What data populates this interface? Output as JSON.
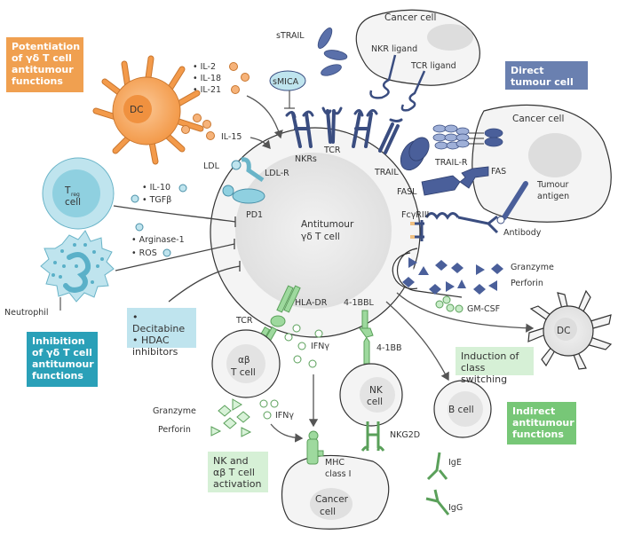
{
  "colors": {
    "potentiation": "#f0a050",
    "direct_killing": "#6a80b0",
    "inhibition": "#2aa0b8",
    "indirect": "#77c777",
    "receptor_blue": "#4a5f9a",
    "green_molecule": "#9ed99e",
    "teal_cell": "#8fd0e0",
    "dc_orange": "#f39a4a"
  },
  "boxes": {
    "potentiation": "Potentiation of γδ T cell antitumour functions",
    "direct_killing": "Direct tumour cell killing",
    "inhibition": "Inhibition of γδ T cell antitumour functions",
    "indirect": "Indirect antitumour functions",
    "nk_activation": "NK and αβ T cell activation",
    "class_switching": "Induction of class switching",
    "decitabine": "• Decitabine\n• HDAC inhibitors"
  },
  "cells": {
    "central": [
      "Antitumour",
      "γδ T cell"
    ],
    "cancer_top": "Cancer cell",
    "cancer_right": "Cancer cell",
    "cancer_bottom": [
      "Cancer",
      "cell"
    ],
    "dc_left": "DC",
    "dc_right": "DC",
    "treg": [
      "T",
      "reg",
      "cell"
    ],
    "neutrophil": "Neutrophil",
    "ab_tcell": [
      "αβ",
      "T cell"
    ],
    "nk_cell": [
      "NK",
      "cell"
    ],
    "b_cell": "B cell"
  },
  "cytokines": {
    "dc_list": [
      "• IL-2",
      "• IL-18",
      "• IL-21"
    ],
    "il15": "IL-15",
    "treg_list": [
      "• IL-10",
      "• TGFβ"
    ],
    "neutrophil_list": [
      "• Arginase-1",
      "• ROS"
    ],
    "ifng_top": "IFNγ",
    "ifng_bottom": "IFNγ",
    "gmcsf": "GM-CSF"
  },
  "molecules": {
    "strail": "sTRAIL",
    "smica": "sMICA",
    "nkrs": "NKRs",
    "tcr": "TCR",
    "trail": "TRAIL",
    "trail_r": "TRAIL-R",
    "nkr_ligand": "NKR ligand",
    "tcr_ligand": "TCR ligand",
    "fas": "FAS",
    "fasl": "FASL",
    "tumour_antigen": [
      "Tumour",
      "antigen"
    ],
    "fcgriii": "FcγRIII",
    "antibody": "Antibody",
    "granzyme_right": "Granzyme",
    "perforin_right": "Perforin",
    "ldl": "LDL",
    "ldl_r": "LDL-R",
    "pd1": "PD1",
    "hla_dr": "HLA-DR",
    "bbl": "4-1BBL",
    "bb": "4-1BB",
    "tcr_ab": "TCR",
    "nkg2d": "NKG2D",
    "mhc": [
      "MHC",
      "class I"
    ],
    "granzyme_left": "Granzyme",
    "perforin_left": "Perforin",
    "ige": "IgE",
    "igg": "IgG"
  }
}
